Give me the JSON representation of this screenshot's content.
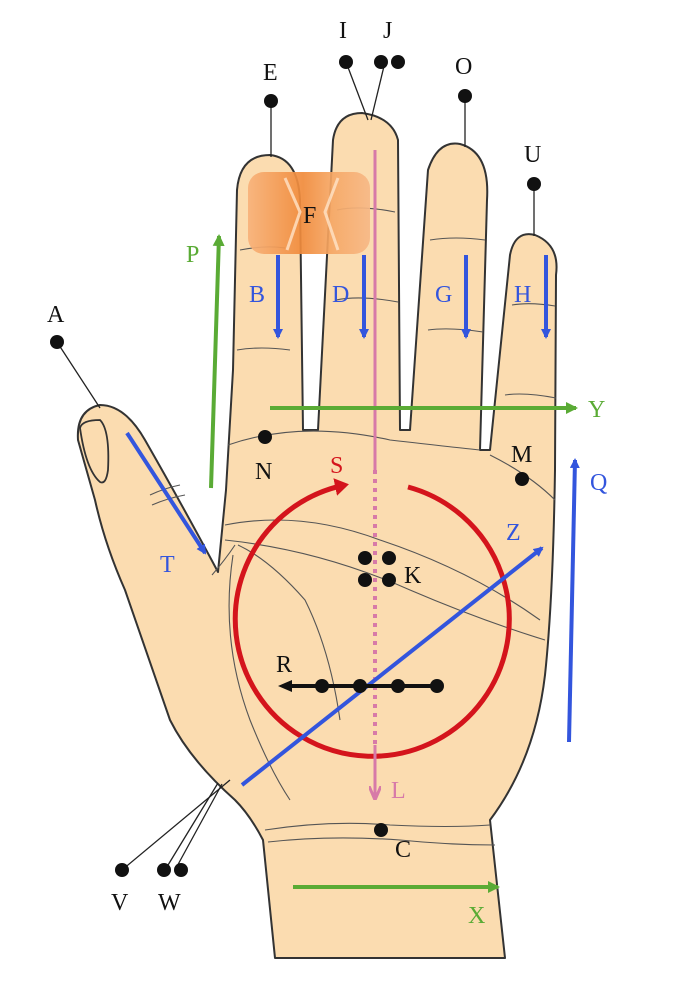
{
  "colors": {
    "skin": "#fbdcb0",
    "outline": "#333333",
    "blue": "#3355dd",
    "green": "#5aab35",
    "red": "#d4141c",
    "pink": "#d77aa8",
    "black": "#111111",
    "bandage": "#f39a4a"
  },
  "labels": {
    "A": "A",
    "B": "B",
    "C": "C",
    "D": "D",
    "E": "E",
    "F": "F",
    "G": "G",
    "H": "H",
    "I": "I",
    "J": "J",
    "K": "K",
    "L": "L",
    "M": "M",
    "N": "N",
    "O": "O",
    "P": "P",
    "Q": "Q",
    "R": "R",
    "S": "S",
    "T": "T",
    "U": "U",
    "V": "V",
    "W": "W",
    "X": "X",
    "Y": "Y",
    "Z": "Z"
  }
}
